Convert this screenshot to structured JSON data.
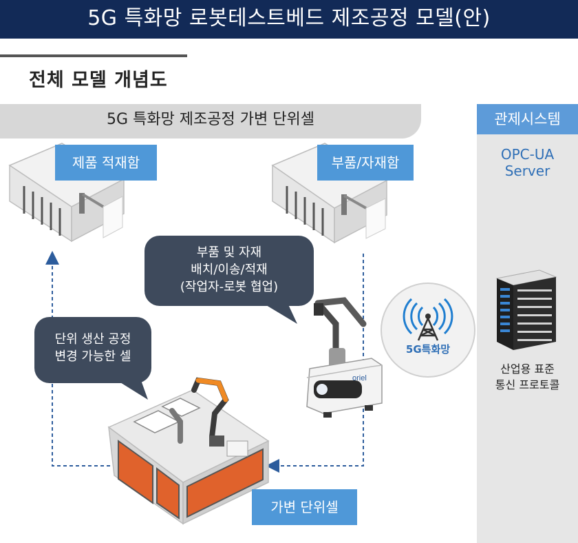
{
  "header": {
    "title": "5G 특화망 로봇테스트베드 제조공정 모델(안)"
  },
  "section": {
    "title": "전체 모델 개념도"
  },
  "cell_band": {
    "label": "5G 특화망 제조공정 가변 단위셀"
  },
  "control_system": {
    "label": "관제시스템",
    "server": "OPC-UA\nServer",
    "protocol": "산업용 표준\n통신 프로토콜"
  },
  "labels": {
    "product_storage": "제품 적재함",
    "parts_storage": "부품/자재함",
    "variable_cell": "가변 단위셀"
  },
  "bubbles": {
    "parts_handling": "부품 및 자재\n배치/이송/적재\n(작업자-로봇 협업)",
    "unit_cell": "단위 생산 공정\n변경 가능한 셀"
  },
  "network": {
    "label": "5G특화망"
  },
  "robot": {
    "brand": "oriel"
  },
  "colors": {
    "title_bar": "#122a57",
    "label_blue": "#4f98d8",
    "bubble": "#3e4a5c",
    "arrow": "#2c5c9c",
    "cell_orange": "#e0622c"
  }
}
